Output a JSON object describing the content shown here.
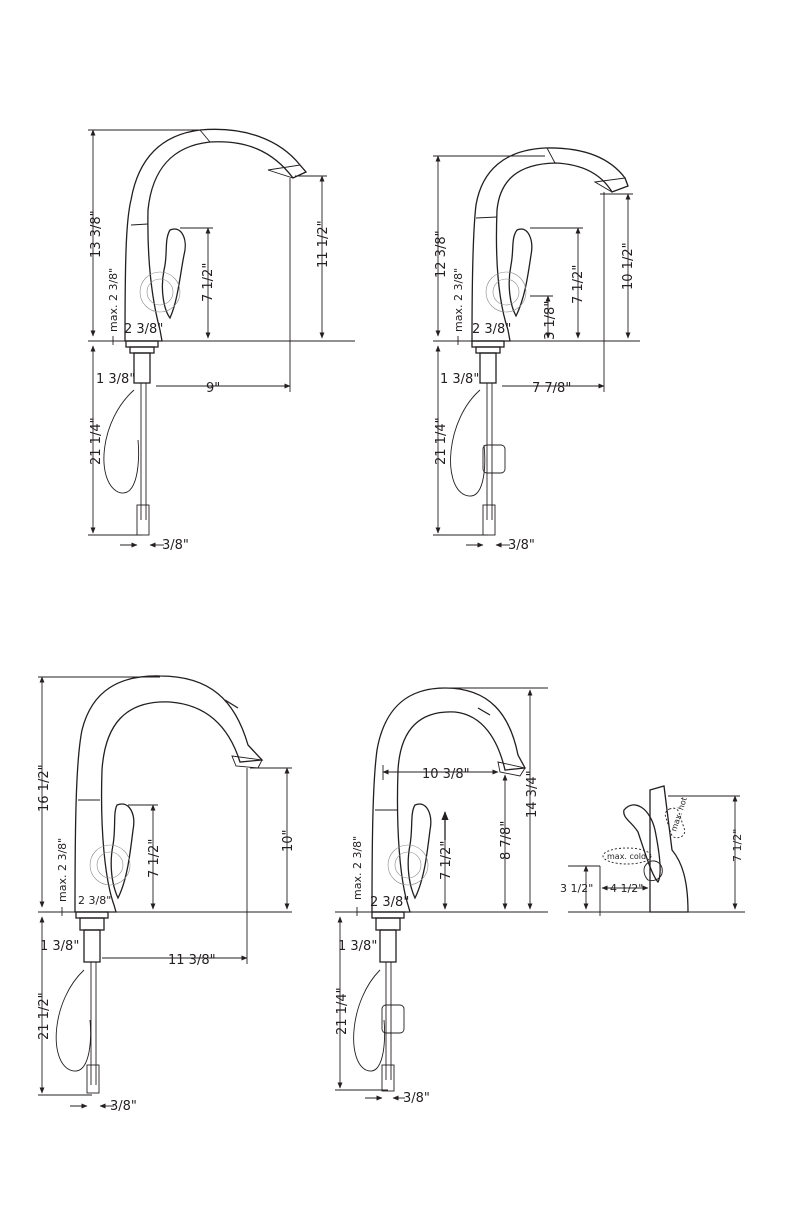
{
  "diagrams": [
    {
      "id": "top-left",
      "dims": {
        "height_total": "13 3/8\"",
        "handle_clearance": "max. 2 3/8\"",
        "spout_height": "11 1/2\"",
        "handle_height": "7 1/2\"",
        "base_diameter": "2 3/8\"",
        "shank_width": "1 3/8\"",
        "reach": "9\"",
        "hose_length": "21 1/4\"",
        "supply_diameter": "3/8\""
      }
    },
    {
      "id": "top-right",
      "dims": {
        "height_total": "12 3/8\"",
        "handle_clearance": "max. 2 3/8\"",
        "spout_height": "10 1/2\"",
        "handle_height": "7 1/2\"",
        "lever_height": "3 1/8\"",
        "base_diameter": "2 3/8\"",
        "shank_width": "1 3/8\"",
        "reach": "7 7/8\"",
        "hose_length": "21 1/4\"",
        "supply_diameter": "3/8\""
      }
    },
    {
      "id": "bottom-left",
      "dims": {
        "height_total": "16 1/2\"",
        "handle_clearance": "max. 2 3/8\"",
        "spout_height": "10\"",
        "handle_height": "7 1/2\"",
        "base_diameter": "2 3/8\"",
        "shank_width": "1 3/8\"",
        "reach": "11 3/8\"",
        "hose_length": "21 1/2\"",
        "supply_diameter": "3/8\""
      }
    },
    {
      "id": "bottom-middle",
      "dims": {
        "height_total": "14 3/4\"",
        "handle_clearance": "max. 2 3/8\"",
        "spout_height": "8 7/8\"",
        "handle_height": "7 1/2\"",
        "reach": "10 3/8\"",
        "base_diameter": "2 3/8\"",
        "shank_width": "1 3/8\"",
        "hose_length": "21 1/4\"",
        "supply_diameter": "3/8\""
      }
    },
    {
      "id": "bottom-right",
      "dims": {
        "height": "7 1/2\"",
        "lever_height": "3 1/2\"",
        "lever_reach": "4 1/2\"",
        "label_cold": "max. cold",
        "label_hot": "max. hot"
      }
    }
  ]
}
